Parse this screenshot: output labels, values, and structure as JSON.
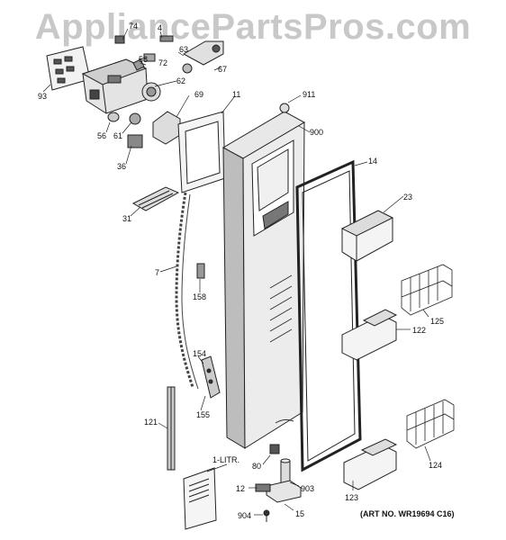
{
  "watermark": "AppliancePartsPros.com",
  "art_number": "(ART NO. WR19694 C16)",
  "callouts": {
    "p74": "74",
    "p4": "4",
    "p58": "58",
    "p63": "63",
    "p67": "67",
    "p72": "72",
    "p62": "62",
    "p69": "69",
    "p93": "93",
    "p11": "11",
    "p911": "911",
    "p900": "900",
    "p56": "56",
    "p61": "61",
    "p36": "36",
    "p14": "14",
    "p23": "23",
    "p31": "31",
    "p7": "7",
    "p158": "158",
    "p125": "125",
    "p122": "122",
    "p154": "154",
    "p155": "155",
    "p121": "121",
    "p124": "124",
    "p1litr": "1-LITR.",
    "p80": "80",
    "p12": "12",
    "p903": "903",
    "p123": "123",
    "p904": "904",
    "p15": "15"
  }
}
